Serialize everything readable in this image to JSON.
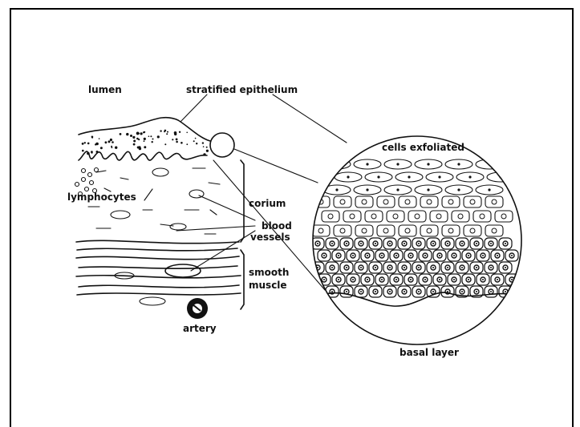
{
  "labels": {
    "lumen": "lumen",
    "stratified_epithelium": "stratified epithelium",
    "cells_exfoliated": "cells exfoliated",
    "lymphocytes": "lymphocytes",
    "corium": "corium",
    "blood": "blood",
    "vessels": "vessels",
    "smooth": "smooth",
    "muscle": "muscle",
    "artery": "artery",
    "basal_layer": "basal layer"
  },
  "colors": {
    "ink": "#111111",
    "background": "#ffffff"
  }
}
